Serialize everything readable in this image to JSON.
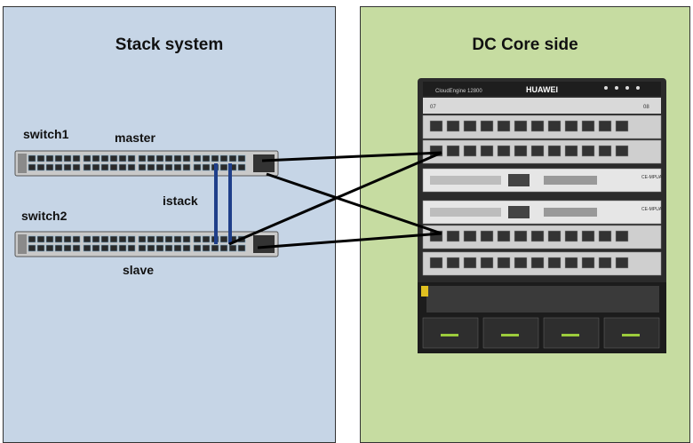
{
  "colors": {
    "left_bg": "#c6d5e6",
    "right_bg": "#c6dca1",
    "stack_cable": "#1f3f8a",
    "link_cable": "#000000"
  },
  "left_panel": {
    "title": "Stack system",
    "switch1_label": "switch1",
    "switch1_role": "master",
    "switch2_label": "switch2",
    "switch2_role": "slave",
    "stack_label": "istack"
  },
  "right_panel": {
    "title": "DC Core side",
    "chassis_model": "CloudEngine 12800",
    "chassis_brand": "HUAWEI",
    "slot_left": "07",
    "slot_right": "08",
    "mpu_label": "CE-MPUA"
  },
  "icons": [
    "switch-icon",
    "chassis-icon",
    "huawei-logo-icon",
    "power-supply-icon",
    "warning-icon"
  ]
}
